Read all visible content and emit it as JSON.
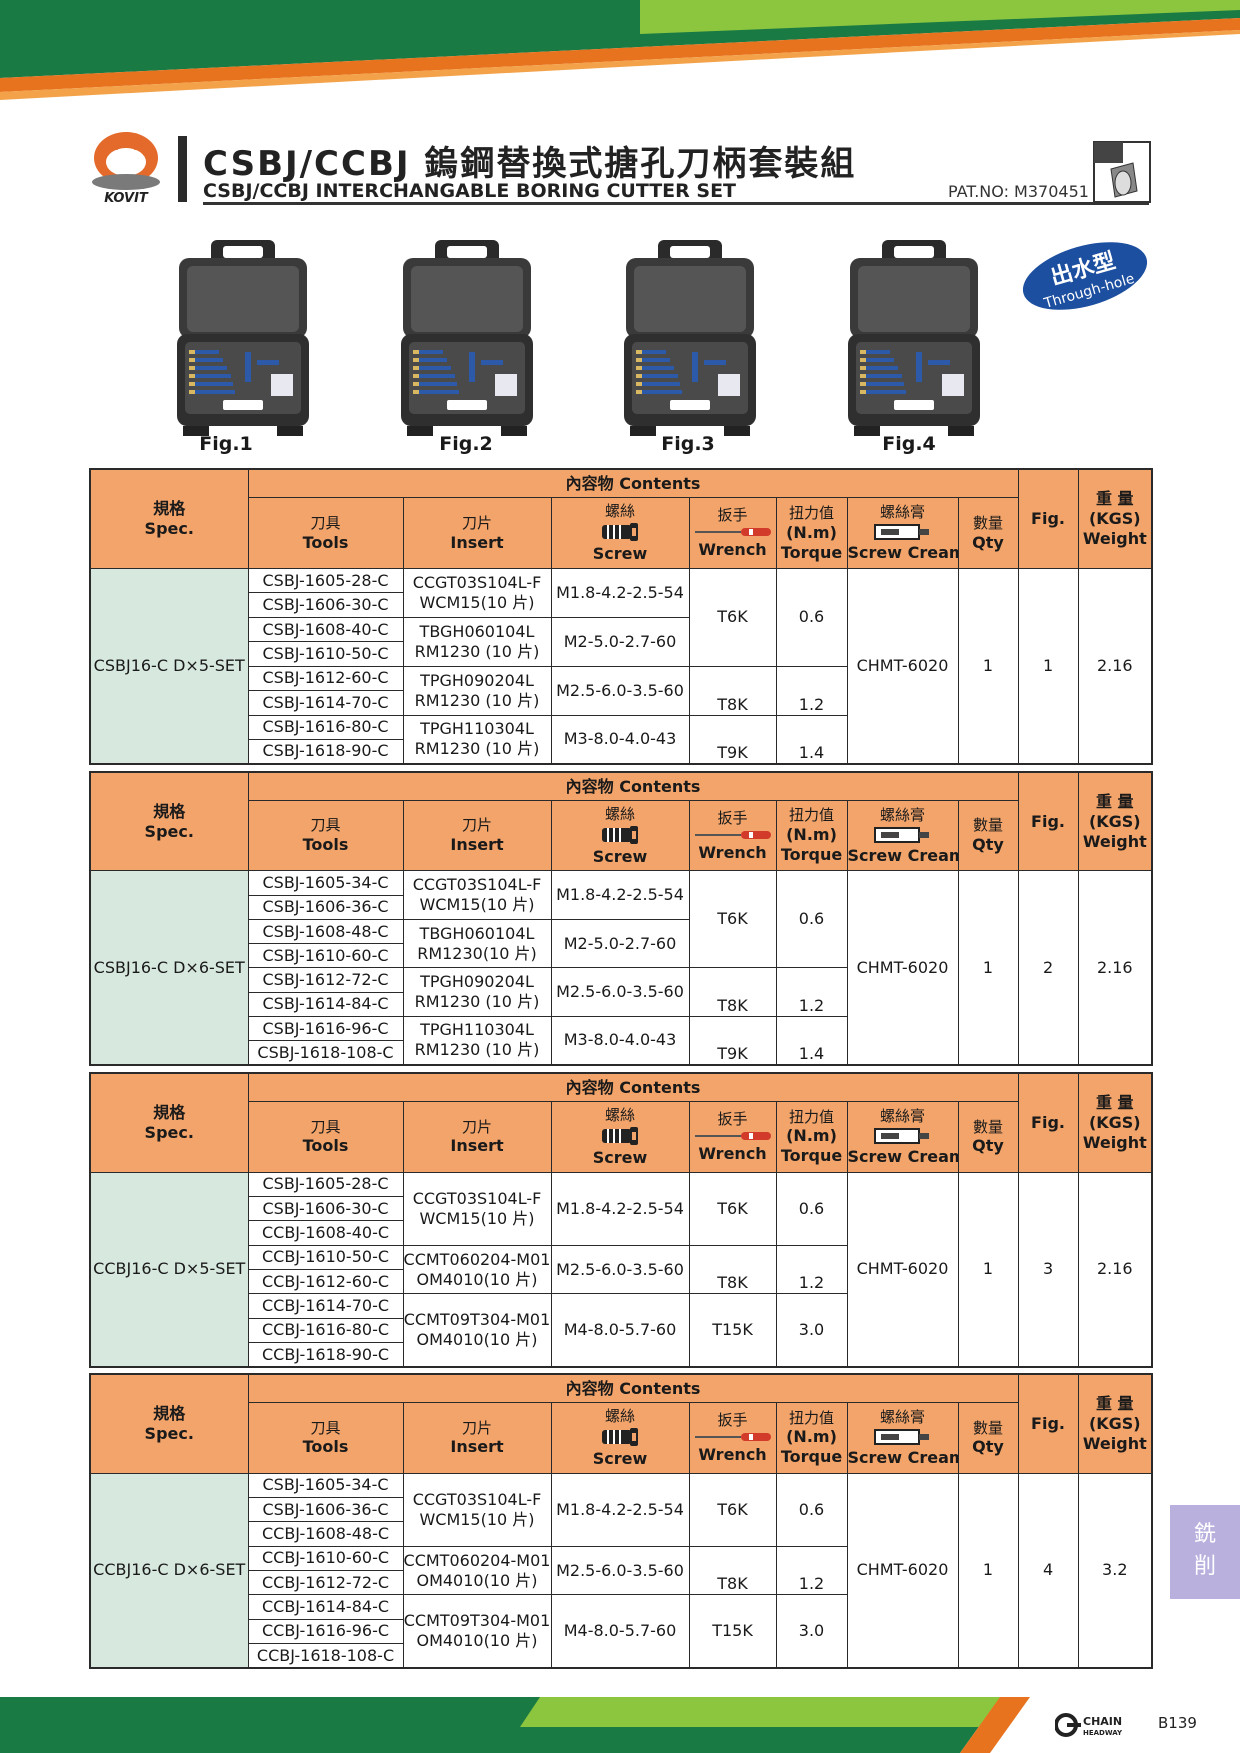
{
  "header": {
    "title_cn": "CSBJ/CCBJ 鎢鋼替換式搪孔刀柄套裝組",
    "title_en": "CSBJ/CCBJ INTERCHANGABLE BORING CUTTER SET",
    "patent": "PAT.NO: M370451",
    "logo_text": "KOVIT"
  },
  "badge": {
    "cn": "出水型",
    "en": "Through-hole"
  },
  "figures": [
    "Fig.1",
    "Fig.2",
    "Fig.3",
    "Fig.4"
  ],
  "headers": {
    "spec_cn": "規格",
    "spec_en": "Spec.",
    "contents": "內容物 Contents",
    "tools_cn": "刀具",
    "tools_en": "Tools",
    "insert_cn": "刀片",
    "insert_en": "Insert",
    "screw_cn": "螺絲",
    "screw_en": "Screw",
    "wrench_cn": "扳手",
    "wrench_en": "Wrench",
    "torque_cn": "扭力值",
    "torque_unit": "(N.m)",
    "torque_en": "Torque",
    "cream_cn": "螺絲膏",
    "cream_en": "Screw Cream",
    "qty_cn": "數量",
    "qty_en": "Qty",
    "fig": "Fig.",
    "weight_cn": "重 量",
    "weight_unit": "(KGS)",
    "weight_en": "Weight"
  },
  "tables": [
    {
      "spec": "CSBJ16-C D×5-SET",
      "tools": [
        "CSBJ-1605-28-C",
        "CSBJ-1606-30-C",
        "CSBJ-1608-40-C",
        "CSBJ-1610-50-C",
        "CSBJ-1612-60-C",
        "CSBJ-1614-70-C",
        "CSBJ-1616-80-C",
        "CSBJ-1618-90-C"
      ],
      "inserts": [
        [
          "CCGT03S104L-F",
          "WCM15(10 片)"
        ],
        [
          "TBGH060104L",
          "RM1230 (10 片)"
        ],
        [
          "TPGH090204L",
          "RM1230 (10 片)"
        ],
        [
          "TPGH110304L",
          "RM1230 (10 片)"
        ]
      ],
      "screws": [
        "M1.8-4.2-2.5-54",
        "M2-5.0-2.7-60",
        "M2.5-6.0-3.5-60",
        "M3-8.0-4.0-43"
      ],
      "wrenches": [
        "T6K",
        "T8K",
        "T9K"
      ],
      "torques": [
        "0.6",
        "1.2",
        "1.4"
      ],
      "cream": "CHMT-6020",
      "qty": "1",
      "fig": "1",
      "weight": "2.16"
    },
    {
      "spec": "CSBJ16-C D×6-SET",
      "tools": [
        "CSBJ-1605-34-C",
        "CSBJ-1606-36-C",
        "CSBJ-1608-48-C",
        "CSBJ-1610-60-C",
        "CSBJ-1612-72-C",
        "CSBJ-1614-84-C",
        "CSBJ-1616-96-C",
        "CSBJ-1618-108-C"
      ],
      "inserts": [
        [
          "CCGT03S104L-F",
          "WCM15(10 片)"
        ],
        [
          "TBGH060104L",
          "RM1230(10 片)"
        ],
        [
          "TPGH090204L",
          "RM1230 (10 片)"
        ],
        [
          "TPGH110304L",
          "RM1230 (10 片)"
        ]
      ],
      "screws": [
        "M1.8-4.2-2.5-54",
        "M2-5.0-2.7-60",
        "M2.5-6.0-3.5-60",
        "M3-8.0-4.0-43"
      ],
      "wrenches": [
        "T6K",
        "T8K",
        "T9K"
      ],
      "torques": [
        "0.6",
        "1.2",
        "1.4"
      ],
      "cream": "CHMT-6020",
      "qty": "1",
      "fig": "2",
      "weight": "2.16"
    },
    {
      "spec": "CCBJ16-C D×5-SET",
      "tools": [
        "CSBJ-1605-28-C",
        "CSBJ-1606-30-C",
        "CCBJ-1608-40-C",
        "CCBJ-1610-50-C",
        "CCBJ-1612-60-C",
        "CCBJ-1614-70-C",
        "CCBJ-1616-80-C",
        "CCBJ-1618-90-C"
      ],
      "inserts": [
        [
          "CCGT03S104L-F",
          "WCM15(10 片)"
        ],
        [
          "CCMT060204-M01",
          "OM4010(10 片)"
        ],
        [
          "CCMT09T304-M01",
          "OM4010(10 片)"
        ]
      ],
      "screws": [
        "M1.8-4.2-2.5-54",
        "M2.5-6.0-3.5-60",
        "M4-8.0-5.7-60"
      ],
      "wrenches": [
        "T6K",
        "T8K",
        "T15K"
      ],
      "torques": [
        "0.6",
        "1.2",
        "3.0"
      ],
      "cream": "CHMT-6020",
      "qty": "1",
      "fig": "3",
      "weight": "2.16"
    },
    {
      "spec": "CCBJ16-C D×6-SET",
      "tools": [
        "CSBJ-1605-34-C",
        "CSBJ-1606-36-C",
        "CCBJ-1608-48-C",
        "CCBJ-1610-60-C",
        "CCBJ-1612-72-C",
        "CCBJ-1614-84-C",
        "CCBJ-1616-96-C",
        "CCBJ-1618-108-C"
      ],
      "inserts": [
        [
          "CCGT03S104L-F",
          "WCM15(10 片)"
        ],
        [
          "CCMT060204-M01",
          "OM4010(10 片)"
        ],
        [
          "CCMT09T304-M01",
          "OM4010(10 片)"
        ]
      ],
      "screws": [
        "M1.8-4.2-2.5-54",
        "M2.5-6.0-3.5-60",
        "M4-8.0-5.7-60"
      ],
      "wrenches": [
        "T6K",
        "T8K",
        "T15K"
      ],
      "torques": [
        "0.6",
        "1.2",
        "3.0"
      ],
      "cream": "CHMT-6020",
      "qty": "1",
      "fig": "4",
      "weight": "3.2"
    }
  ],
  "side_tab": [
    "銑",
    "削"
  ],
  "footer": {
    "brand": "CHAIN HEADWAY",
    "page": "B139"
  }
}
